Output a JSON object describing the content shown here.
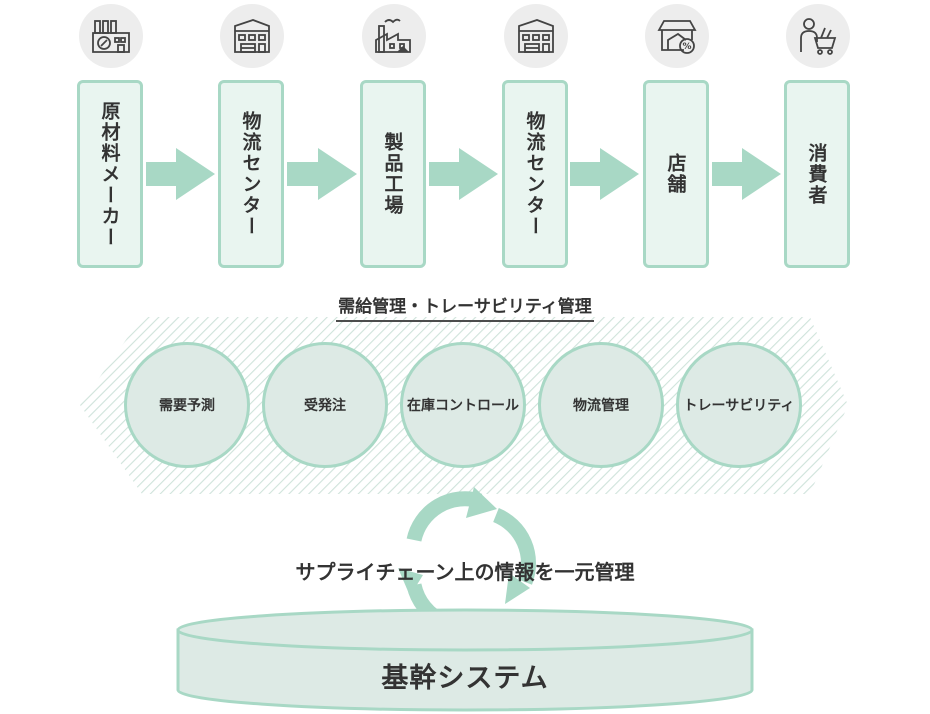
{
  "supply_chain": {
    "stages": [
      {
        "label": "原材料メーカー",
        "icon": "factory-icon"
      },
      {
        "label": "物流センター",
        "icon": "warehouse-icon"
      },
      {
        "label": "製品工場",
        "icon": "factory-icon"
      },
      {
        "label": "物流センター",
        "icon": "warehouse-icon"
      },
      {
        "label": "店舗",
        "icon": "store-icon"
      },
      {
        "label": "消費者",
        "icon": "shopper-icon"
      }
    ]
  },
  "management": {
    "title": "需給管理・トレーサビリティ管理",
    "functions": [
      "需要予測",
      "受発注",
      "在庫コントロール",
      "物流管理",
      "トレーサビリティ"
    ]
  },
  "integration": {
    "label": "サプライチェーン上の情報を一元管理"
  },
  "system": {
    "label": "基幹システム"
  },
  "colors": {
    "accent": "#a8d8c5",
    "arrow": "#a8d8c5",
    "stage_fill": "#e9f5f0",
    "circle_fill": "#ddeae5",
    "icon_bg": "#ededed",
    "text": "#333333"
  }
}
